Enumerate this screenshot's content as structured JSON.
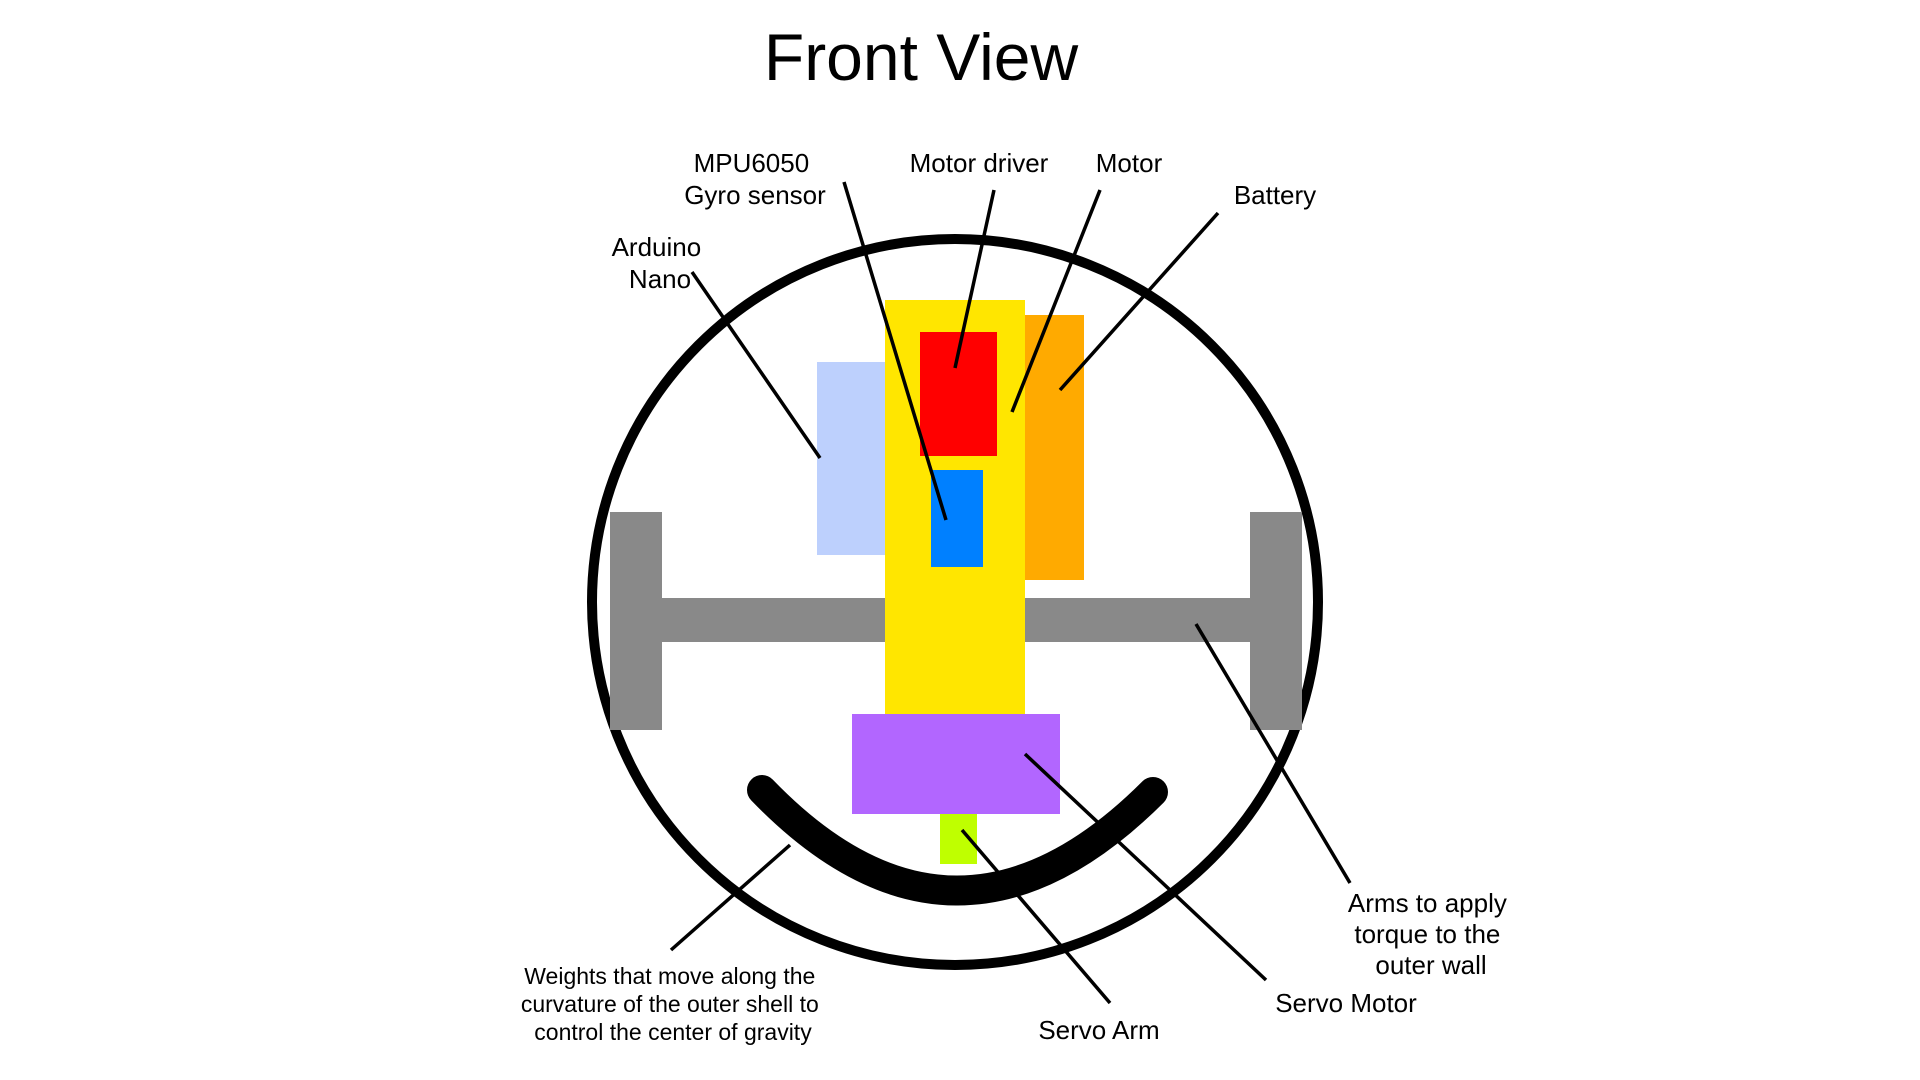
{
  "title": "Front View",
  "colors": {
    "shell": "#000000",
    "arms": "#898989",
    "chassis": "#ffe600",
    "motor_driver": "#ff0000",
    "gyro_sensor": "#0080ff",
    "battery": "#ffaa00",
    "arduino_nano": "#bdd0fd",
    "servo_motor": "#b266ff",
    "servo_arm": "#bfff00",
    "weights": "#000000"
  },
  "labels": {
    "mpu6050": [
      "MPU6050",
      "Gyro sensor"
    ],
    "motor_driver": [
      "Motor driver"
    ],
    "motor": [
      "Motor"
    ],
    "battery": [
      "Battery"
    ],
    "arduino_nano": [
      "Arduino",
      "Nano"
    ],
    "arms": [
      "Arms to apply",
      "torque to the",
      "outer wall"
    ],
    "weights": [
      "Weights that move along the",
      "curvature of the outer shell to",
      "control the center of gravity"
    ],
    "servo_motor": [
      "Servo Motor"
    ],
    "servo_arm": [
      "Servo Arm"
    ]
  }
}
